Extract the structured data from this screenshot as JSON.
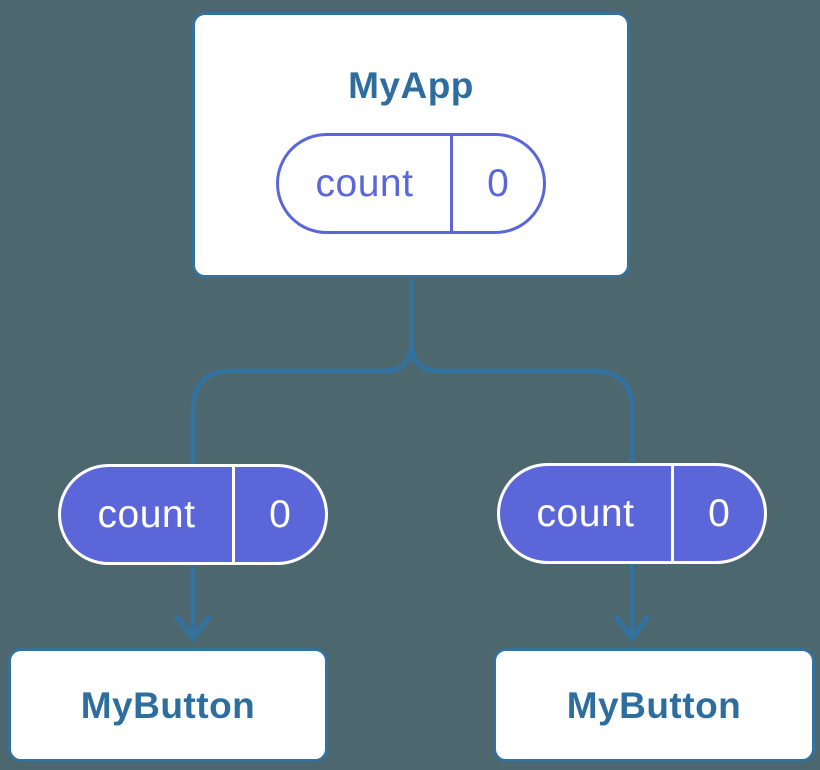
{
  "diagram": {
    "description": "React component tree showing state in MyApp passed as props to two MyButton children",
    "root": {
      "label": "MyApp",
      "state": {
        "name": "count",
        "value": "0"
      }
    },
    "children": [
      {
        "label": "MyButton",
        "prop": {
          "name": "count",
          "value": "0"
        }
      },
      {
        "label": "MyButton",
        "prop": {
          "name": "count",
          "value": "0"
        }
      }
    ],
    "colors": {
      "background": "#4D676E",
      "line": "#33719E",
      "box_border": "#33719E",
      "box_fill": "#FFFFFF",
      "box_text": "#2D6E9E",
      "pill_purple": "#5B66DB",
      "pill_solid_fill": "#5B67D8",
      "pill_solid_text": "#FFFFFF"
    }
  }
}
